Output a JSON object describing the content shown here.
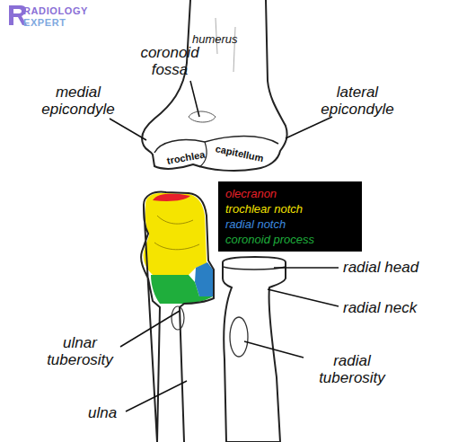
{
  "diagram": {
    "labels": [
      "RADIOLOGY",
      "EXPERT",
      "humerus",
      "coronoid fossa",
      "medial epicondyle",
      "lateral epicondyle",
      "trochlea",
      "capitellum",
      "radial head",
      "radial neck",
      "ulnar tuberosity",
      "radial tuberosity",
      "ulna"
    ],
    "legend": [
      {
        "text": "olecranon",
        "color": "#e8202a"
      },
      {
        "text": "trochlear notch",
        "color": "#f5e400"
      },
      {
        "text": "radial notch",
        "color": "#3d8be0"
      },
      {
        "text": "coronoid process",
        "color": "#1fae3c"
      }
    ]
  }
}
